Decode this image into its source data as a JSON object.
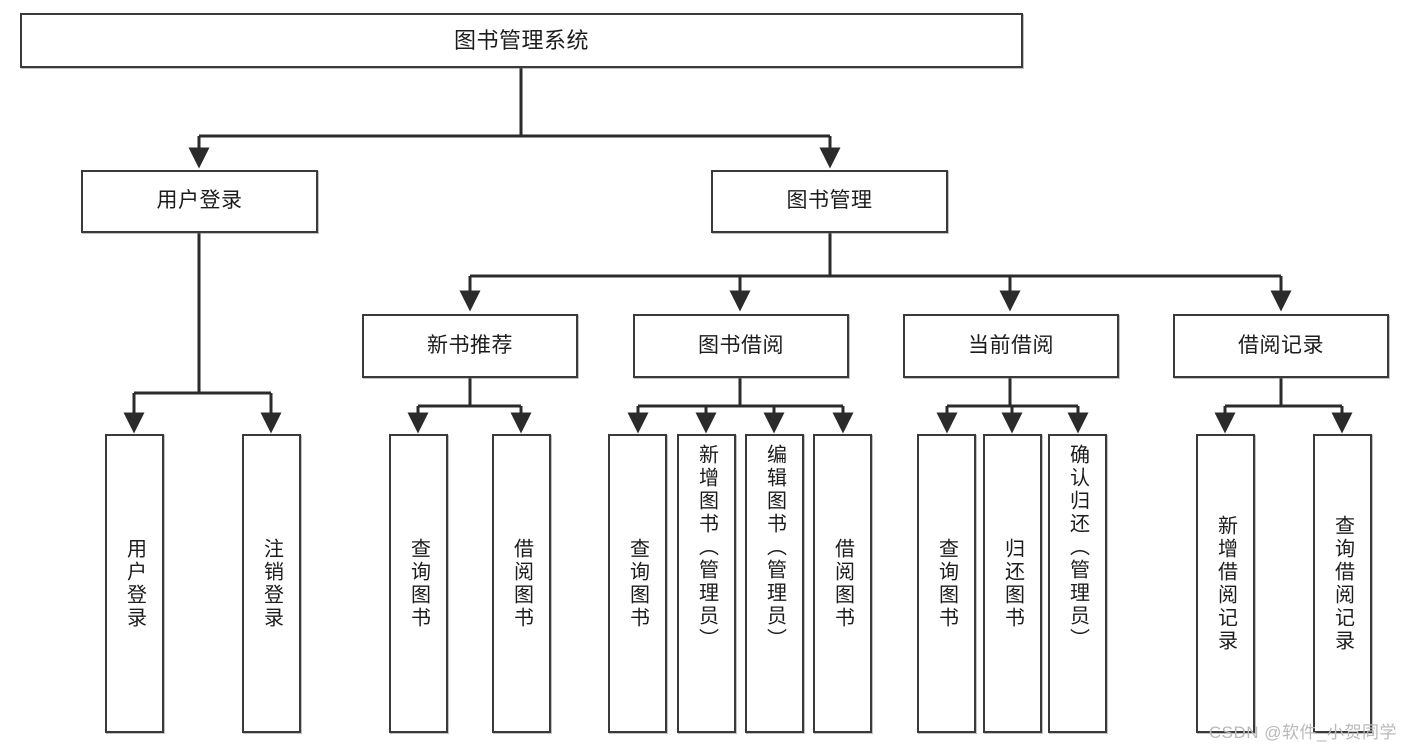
{
  "diagram": {
    "type": "tree-hierarchy-chart",
    "title": "图书管理系统",
    "watermark": "CSDN @软件_小贺同学",
    "colors": {
      "box_border": "#3a3a3a",
      "box_fill": "#ffffff",
      "connector": "#2b2b2b",
      "text": "#1c1c1c",
      "watermark": "#b9b9b9"
    },
    "nodes": {
      "root": {
        "label": "图书管理系统"
      },
      "level2": [
        {
          "label": "用户登录"
        },
        {
          "label": "图书管理"
        }
      ],
      "level3": [
        {
          "label": "新书推荐"
        },
        {
          "label": "图书借阅"
        },
        {
          "label": "当前借阅"
        },
        {
          "label": "借阅记录"
        }
      ],
      "leaves_user_login": [
        {
          "label": "用户登录"
        },
        {
          "label": "注销登录"
        }
      ],
      "leaves_new_book": [
        {
          "label": "查询图书"
        },
        {
          "label": "借阅图书"
        }
      ],
      "leaves_borrow": [
        {
          "label": "查询图书"
        },
        {
          "label": "新增图书（管理员）"
        },
        {
          "label": "编辑图书（管理员）"
        },
        {
          "label": "借阅图书"
        }
      ],
      "leaves_current": [
        {
          "label": "查询图书"
        },
        {
          "label": "归还图书"
        },
        {
          "label": "确认归还（管理员）"
        }
      ],
      "leaves_record": [
        {
          "label": "新增借阅记录"
        },
        {
          "label": "查询借阅记录"
        }
      ]
    }
  }
}
